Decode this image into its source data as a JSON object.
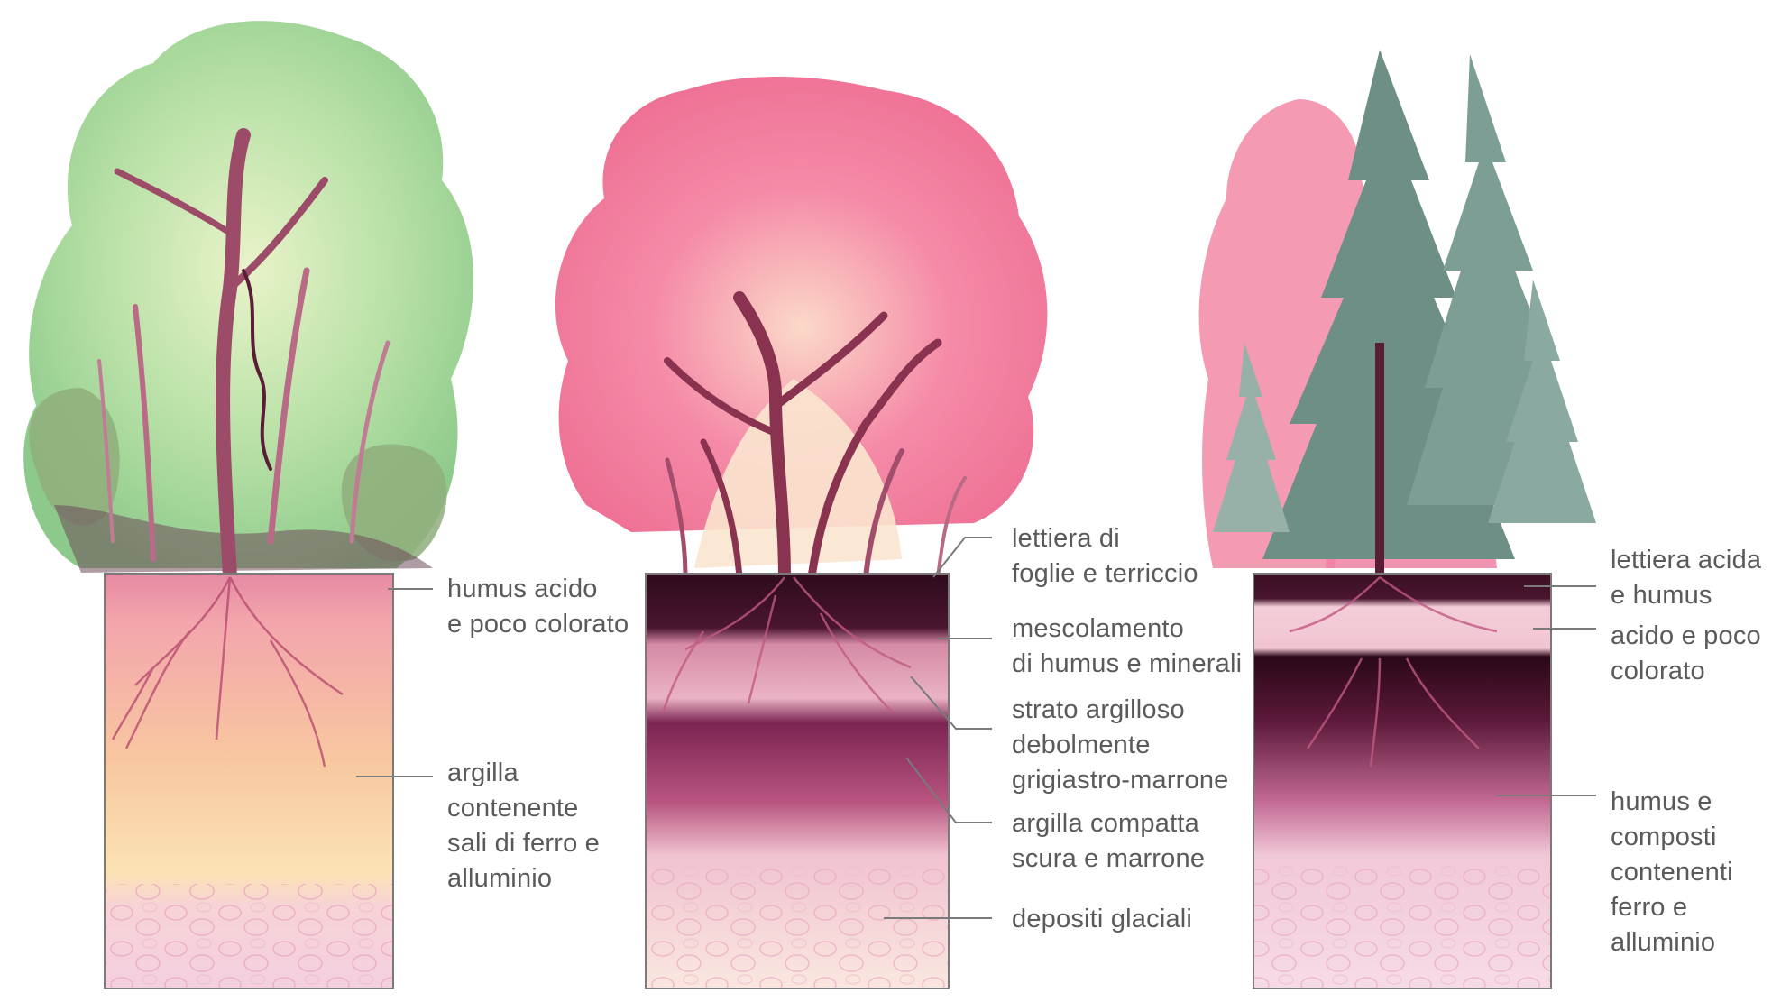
{
  "panels": [
    {
      "id": "tropical",
      "labels": [
        {
          "text": "humus acido\ne poco colorato"
        },
        {
          "text": "argilla\ncontenente\nsali di ferro e\nalluminio"
        }
      ]
    },
    {
      "id": "deciduous",
      "labels": [
        {
          "text": "lettiera di\nfoglie e terriccio"
        },
        {
          "text": "mescolamento\ndi humus e minerali"
        },
        {
          "text": "strato argilloso\ndebolmente\ngrigiastro-marrone"
        },
        {
          "text": "argilla compatta\nscura e marrone"
        },
        {
          "text": "depositi glaciali"
        }
      ]
    },
    {
      "id": "conifer",
      "labels": [
        {
          "text": "lettiera acida\ne humus"
        },
        {
          "text": "acido e poco\ncolorato"
        },
        {
          "text": "humus e\ncomposti\ncontenenti\nferro e\nalluminio"
        }
      ]
    }
  ],
  "colors": {
    "line": "#7a7a7a",
    "text": "#5a5a5a",
    "green_foliage": "#a9d89a",
    "pink_foliage": "#f27a9c",
    "conifer": "#6e8f86",
    "trunk": "#8a3350",
    "dark_soil": "#3a0f22"
  }
}
